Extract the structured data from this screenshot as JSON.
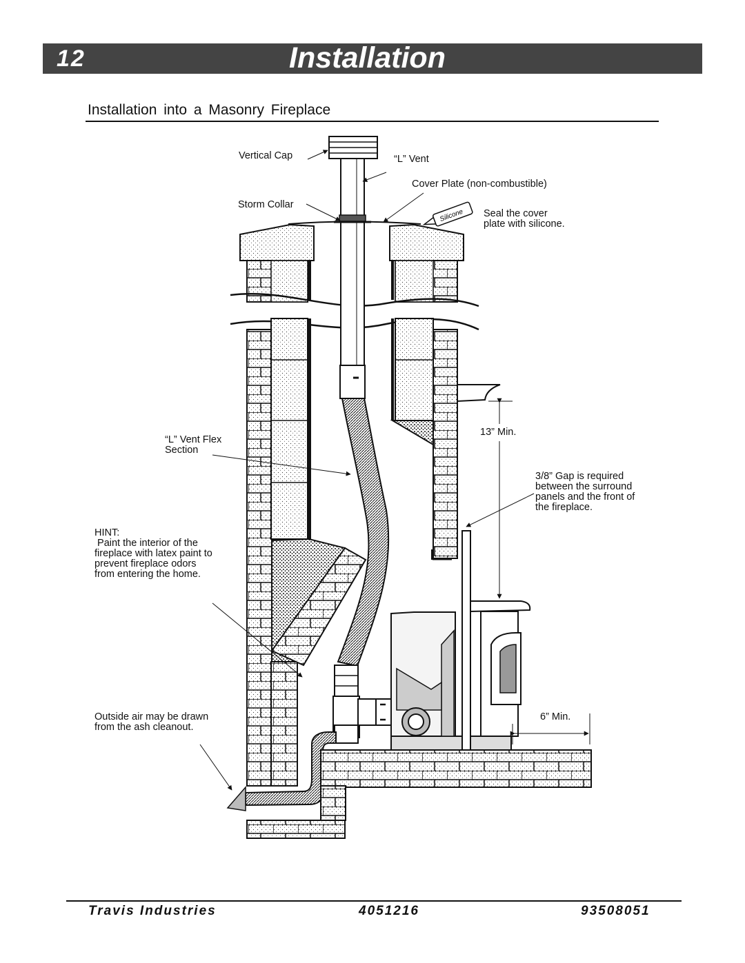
{
  "header": {
    "page_number": "12",
    "title": "Installation"
  },
  "section_title": "Installation  into a Masonry Fireplace",
  "labels": {
    "vertical_cap": "Vertical Cap",
    "l_vent": "“L” Vent",
    "cover_plate": "Cover Plate (non-combustible)",
    "storm_collar": "Storm Collar",
    "silicone": "Silicone",
    "seal_note": "Seal the cover\nplate with silicone.",
    "flex_section": "“L” Vent Flex\nSection",
    "min_13": "13” Min.",
    "gap_note": "3/8” Gap is required\nbetween the surround\npanels and the front of\nthe fireplace.",
    "hint": "HINT:\n Paint the interior of the\nfireplace with latex paint to\nprevent fireplace odors\nfrom entering the home.",
    "outside_air": "Outside air may be drawn\nfrom the ash cleanout.",
    "min_6": "6” Min."
  },
  "footer": {
    "company": "Travis  Industries",
    "code_1": "4051216",
    "code_2": "93508051"
  }
}
